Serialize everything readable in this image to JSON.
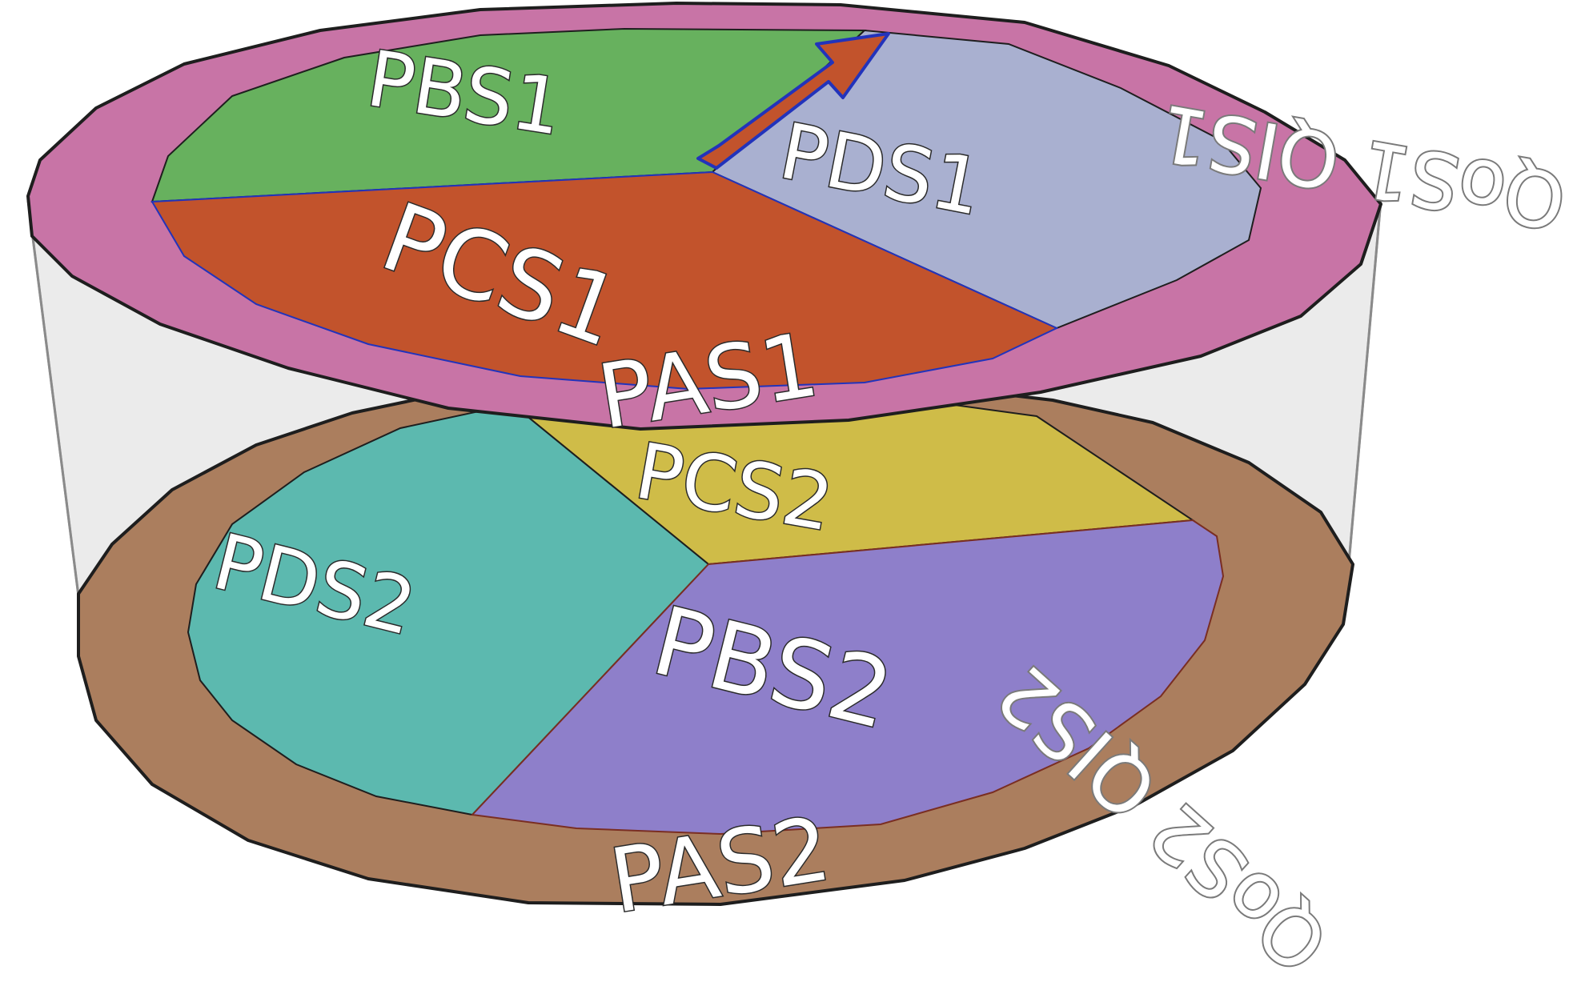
{
  "layers": {
    "top": {
      "ring_label": "PAS1",
      "ring_color": "#C874A6",
      "outer_label": "QoS1 QIS1",
      "sectors": [
        {
          "label": "PBS1",
          "color": "#67B15E"
        },
        {
          "label": "PDS1",
          "color": "#A9B0D0"
        },
        {
          "label": "PCS1",
          "color": "#C2532C"
        }
      ],
      "arrow_color": "#C2532C",
      "arrow_outline": "#2233BB"
    },
    "bottom": {
      "ring_label": "PAS2",
      "ring_color": "#AB7E5E",
      "outer_label": "QoS2 QIS2",
      "sectors": [
        {
          "label": "PCS2",
          "color": "#CFBC48"
        },
        {
          "label": "PDS2",
          "color": "#5CB9AF"
        },
        {
          "label": "PBS2",
          "color": "#8E7FCA"
        }
      ]
    },
    "cylinder_fill": "#EBEBEB"
  }
}
